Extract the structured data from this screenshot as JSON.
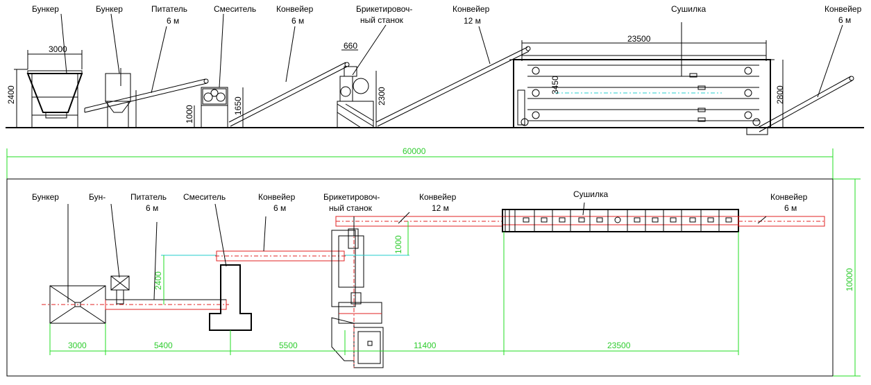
{
  "elevation": {
    "labels": {
      "bunker1": "Бункер",
      "bunker2": "Бункер",
      "feeder_l1": "Питатель",
      "feeder_l2": "6 м",
      "mixer": "Смеситель",
      "conv1_l1": "Конвейер",
      "conv1_l2": "6 м",
      "press_l1": "Брикетировоч-",
      "press_l2": "ный станок",
      "conv2_l1": "Конвейер",
      "conv2_l2": "12 м",
      "dryer": "Сушилка",
      "conv3_l1": "Конвейер",
      "conv3_l2": "6 м"
    },
    "dims": {
      "bunker_width": "3000",
      "bunker_height": "2400",
      "mixer_h1": "1000",
      "mixer_h2": "1650",
      "press_width": "660",
      "press_height": "2300",
      "dryer_length": "23500",
      "dryer_inner": "3450",
      "dryer_height": "2800"
    }
  },
  "plan": {
    "overall": "60000",
    "labels": {
      "bunker": "Бункер",
      "bunker_short": "Бун-",
      "feeder_l1": "Питатель",
      "feeder_l2": "6 м",
      "mixer": "Смеситель",
      "conv1_l1": "Конвейер",
      "conv1_l2": "6 м",
      "press_l1": "Брикетировоч-",
      "press_l2": "ный станок",
      "conv2_l1": "Конвейер",
      "conv2_l2": "12 м",
      "dryer": "Сушилка",
      "conv3_l1": "Конвейер",
      "conv3_l2": "6 м"
    },
    "dims": {
      "d1": "3000",
      "d2": "5400",
      "d3": "5500",
      "d4": "11400",
      "d5": "23500",
      "offset1": "2400",
      "offset2": "1000",
      "width": "10000"
    }
  }
}
